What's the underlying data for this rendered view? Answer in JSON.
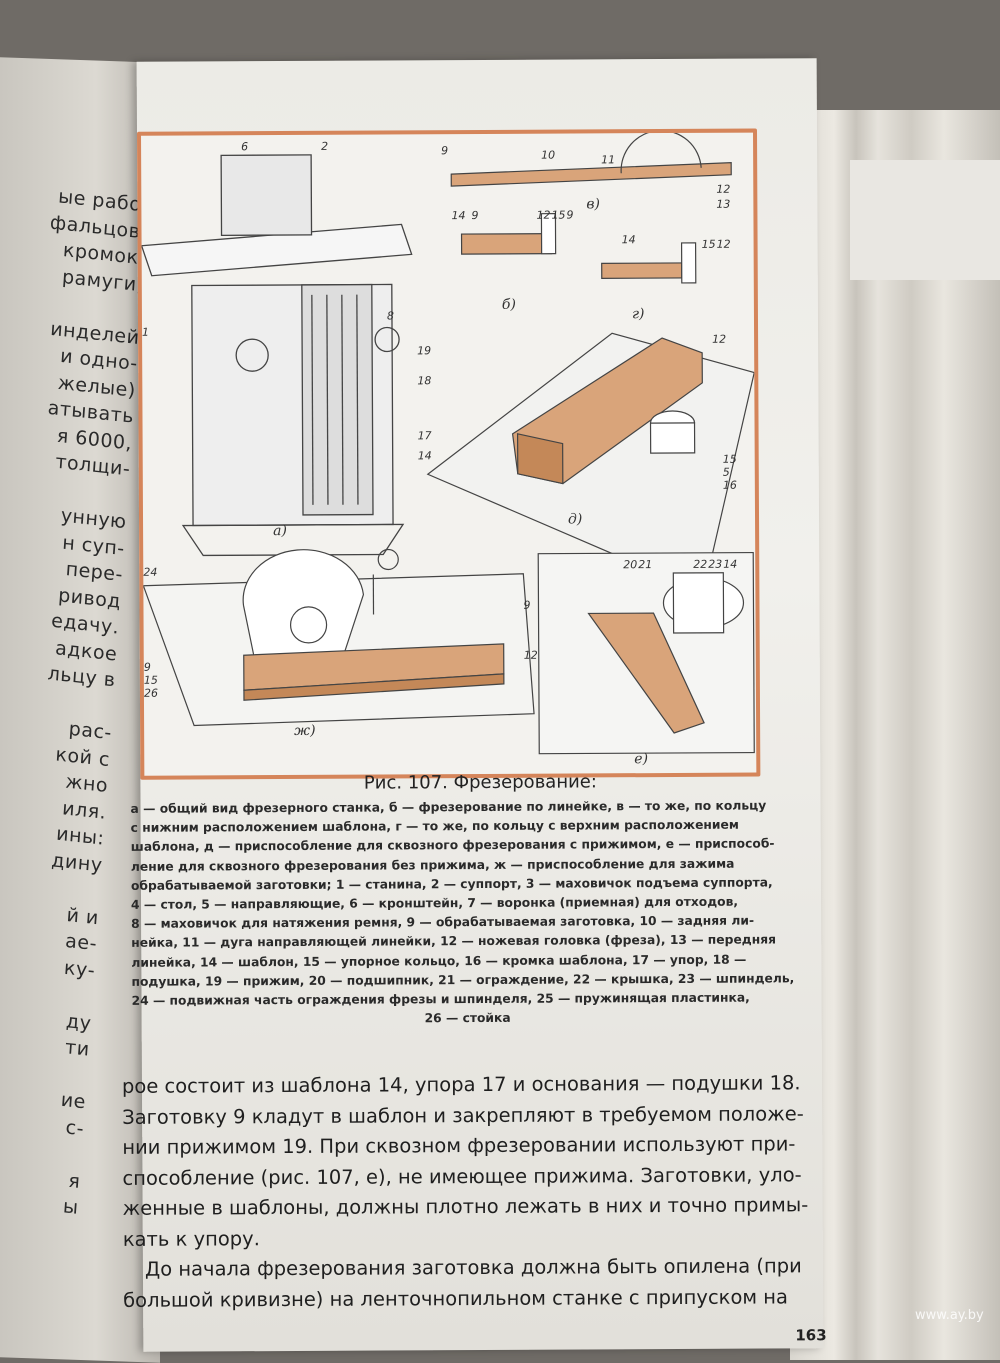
{
  "left_page": {
    "lines": [
      "ые рабо-",
      "фальцов,",
      "кромок,",
      "рамуги,",
      "",
      "инделей",
      "и одно-",
      "желые)",
      "атывать",
      "я 6000,",
      "толщи-",
      "",
      "унную",
      "н суп-",
      "пере-",
      "ривод",
      "едачу.",
      "адкое",
      "льцу в",
      "",
      "рас-",
      "кой с",
      "жно",
      "иля.",
      "ины:",
      "дину",
      "",
      "й и",
      "ае-",
      "ку-",
      "",
      "ду",
      "ти",
      "",
      "ие",
      "с-",
      "",
      "я",
      "ы"
    ]
  },
  "figure": {
    "sub_labels": [
      "а)",
      "б)",
      "в)",
      "г)",
      "д)",
      "е)",
      "ж)"
    ],
    "numbers_a": [
      "6",
      "2",
      "8",
      "1"
    ],
    "numbers_b": [
      "9",
      "10",
      "11",
      "12",
      "13",
      "14",
      "9",
      "12",
      "15",
      "9",
      "14",
      "15",
      "12"
    ],
    "numbers_d": [
      "19",
      "18",
      "17",
      "14",
      "12",
      "15",
      "5",
      "16"
    ],
    "numbers_e": [
      "20",
      "21",
      "22",
      "23",
      "14",
      "9",
      "12"
    ],
    "numbers_zh": [
      "24",
      "9",
      "15",
      "26"
    ],
    "wood_color": "#d9a47a",
    "frame_color": "#d5855a"
  },
  "caption": {
    "title": "Рис. 107. Фрезерование:",
    "lines": [
      "а — общий вид фрезерного станка, б — фрезерование по линейке, в — то же, по кольцу",
      "с нижним расположением шаблона, г — то же, по кольцу с верхним расположением",
      "шаблона, д — приспособление для сквозного фрезерования с прижимом, е — приспособ-",
      "ление для сквозного фрезерования без прижима, ж — приспособление для зажима",
      "обрабатываемой заготовки; 1 — станина, 2 — суппорт, 3 — маховичок подъема суппорта,",
      "4 — стол, 5 — направляющие, 6 — кронштейн, 7 — воронка (приемная) для отходов,",
      "8 — маховичок для натяжения ремня, 9 — обрабатываемая заготовка, 10 — задняя ли-",
      "нейка, 11 — дуга направляющей линейки, 12 — ножевая головка (фреза), 13 — передняя",
      "линейка, 14 — шаблон, 15 — упорное кольцо, 16 — кромка шаблона, 17 — упор, 18 —",
      "подушка, 19 — прижим, 20 — подшипник, 21 — ограждение, 22 — крышка, 23 — шпиндель,",
      "24 — подвижная часть ограждения фрезы и шпинделя, 25 — пружинящая пластинка,"
    ],
    "last_line": "26 — стойка"
  },
  "body": {
    "lines": [
      "рое состоит из шаблона 14, упора 17 и основания — подушки 18.",
      "Заготовку 9 кладут в шаблон и закрепляют в  требуемом положе-",
      "нии прижимом 19. При сквозном фрезеровании используют при-",
      "способление (рис. 107, е), не имеющее прижима. Заготовки, уло-",
      "женные в шаблоны, должны плотно лежать в них и точно примы-",
      "кать к упору."
    ],
    "paragraph2": [
      "До начала фрезерования заготовка должна быть опилена (при",
      "большой кривизне) на ленточнопильном станке с припуском на"
    ]
  },
  "page_number": "163",
  "watermark": "www.ay.by"
}
